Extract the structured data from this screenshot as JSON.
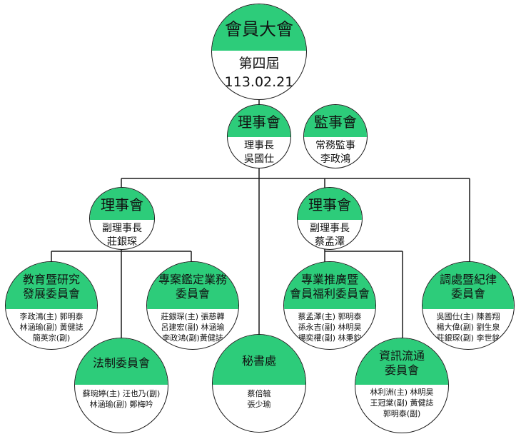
{
  "nodes": {
    "assembly": {
      "title": "會員大會",
      "lines": [
        "第四屆",
        "113.02.21"
      ]
    },
    "board": {
      "title": "理事會",
      "lines": [
        "理事長",
        "吳國仕"
      ]
    },
    "supervisors": {
      "title": "監事會",
      "lines": [
        "常務監事",
        "李政鴻"
      ]
    },
    "board_left": {
      "title": "理事會",
      "lines": [
        "副理事長",
        "莊銀琛"
      ]
    },
    "board_right": {
      "title": "理事會",
      "lines": [
        "副理事長",
        "蔡孟澤"
      ]
    },
    "education": {
      "title": [
        "教育暨研究",
        "發展委員會"
      ],
      "lines": [
        "李政鴻(主) 郭明泰",
        "林涵瑜(副) 黃健誌",
        "簡英宗(副)"
      ]
    },
    "special_case": {
      "title": [
        "專案鑑定業務",
        "委員會"
      ],
      "lines": [
        "莊銀琛(主) 張慈韡",
        "呂建宏(副) 林涵瑜",
        "李政鴻(副)黃健誌"
      ]
    },
    "promotion": {
      "title": [
        "專業推廣暨",
        "會員福利委員會"
      ],
      "lines": [
        "蔡孟澤(主) 郭明泰",
        "孫永吉(副) 林明昊",
        "楊奕權(副) 林秉鈞"
      ]
    },
    "discipline": {
      "title": [
        "調處暨紀律",
        "委員會"
      ],
      "lines": [
        "吳國仕(主) 陳善翔",
        "楊大偉(副) 劉生泉",
        "莊銀琛(副) 李世銘"
      ]
    },
    "legal": {
      "title": [
        "法制委員會"
      ],
      "lines": [
        "蘇琬婷(主) 汪也乃(副)",
        "林涵瑜(副) 鄭梅吟"
      ]
    },
    "secretariat": {
      "title": [
        "秘書處"
      ],
      "lines": [
        "蔡倍毓",
        "張少瑜"
      ]
    },
    "info": {
      "title": [
        "資訊流通",
        "委員會"
      ],
      "lines": [
        "林利洲(主) 林明昊",
        "王冠棠(副) 黃健誌",
        "郭明泰(副)"
      ]
    }
  },
  "colors": {
    "accent": "#2dcc7a",
    "line": "#1a1a1a"
  }
}
